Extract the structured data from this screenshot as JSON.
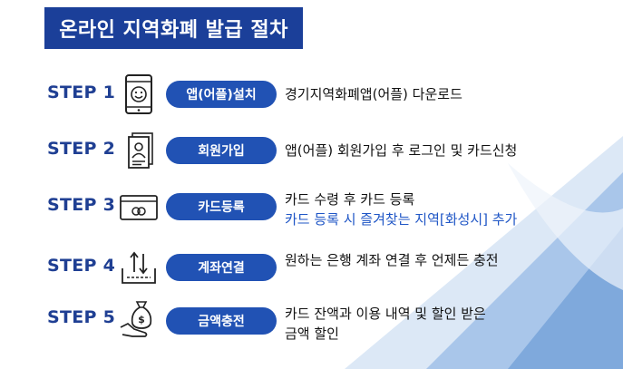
{
  "title": "온라인 지역화폐 발급 절차",
  "colors": {
    "title_bg": "#1b3f99",
    "step_text": "#1f3f93",
    "pill_bg": "#2152b4",
    "highlight_text": "#1f56c6",
    "bg_light_blue": "#c9dbf0",
    "bg_mid_blue": "#7fa9dc"
  },
  "steps": [
    {
      "label": "STEP 1",
      "icon": "smartphone-smiley-icon",
      "button": "앱(어플)설치",
      "desc": [
        "경기지역화폐앱(어플) 다운로드"
      ],
      "highlight": ""
    },
    {
      "label": "STEP 2",
      "icon": "id-card-icon",
      "button": "회원가입",
      "desc": [
        "앱(어플) 회원가입 후 로그인 및 카드신청"
      ],
      "highlight": ""
    },
    {
      "label": "STEP 3",
      "icon": "credit-card-icon",
      "button": "카드등록",
      "desc": [
        "카드 수령 후 카드 등록"
      ],
      "highlight": "카드 등록 시 즐겨찾는 지역[화성시] 추가"
    },
    {
      "label": "STEP 4",
      "icon": "transfer-tray-icon",
      "button": "계좌연결",
      "desc": [
        "원하는 은행 계좌 연결 후 언제든 충전"
      ],
      "highlight": ""
    },
    {
      "label": "STEP 5",
      "icon": "money-bag-hand-icon",
      "button": "금액충전",
      "desc": [
        "카드 잔액과 이용 내역 및 할인 받은",
        "금액 할인"
      ],
      "highlight": ""
    }
  ]
}
